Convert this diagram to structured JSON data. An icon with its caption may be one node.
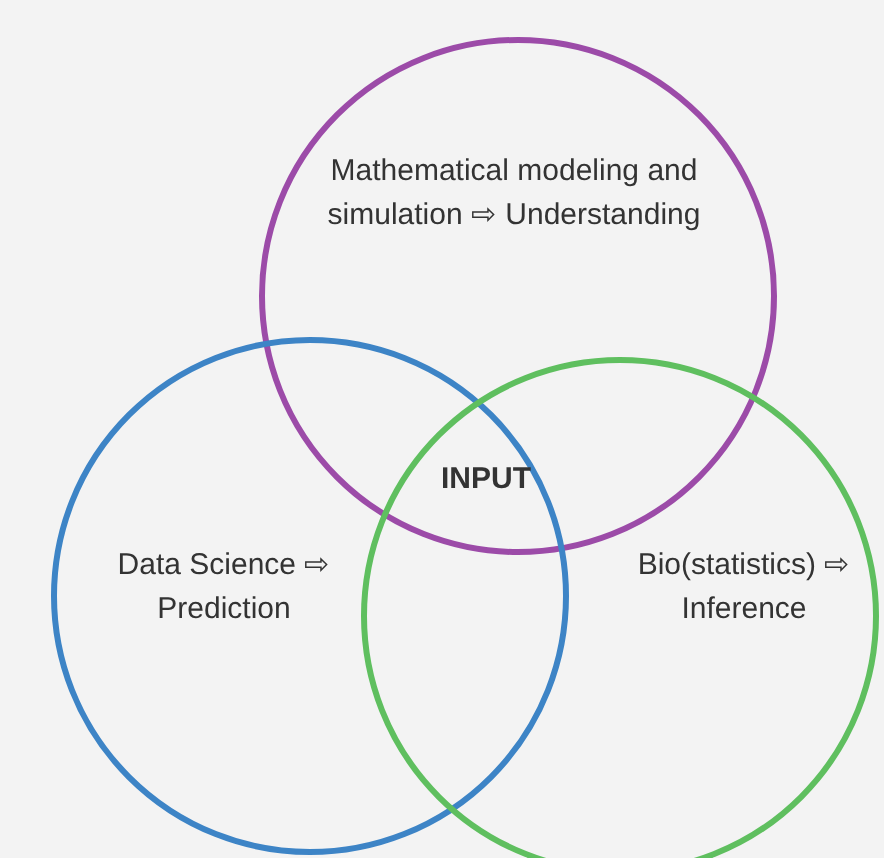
{
  "diagram": {
    "nodes": [
      {
        "text": [
          "Mathematical modeling and simulation ⇨ Understanding"
        ]
      },
      {
        "text": [
          "Data Science ⇨ Prediction"
        ]
      },
      {
        "text": [
          "Bio(statistics) ⇨ Inference"
        ]
      }
    ],
    "labels": [
      "INPUT"
    ]
  }
}
